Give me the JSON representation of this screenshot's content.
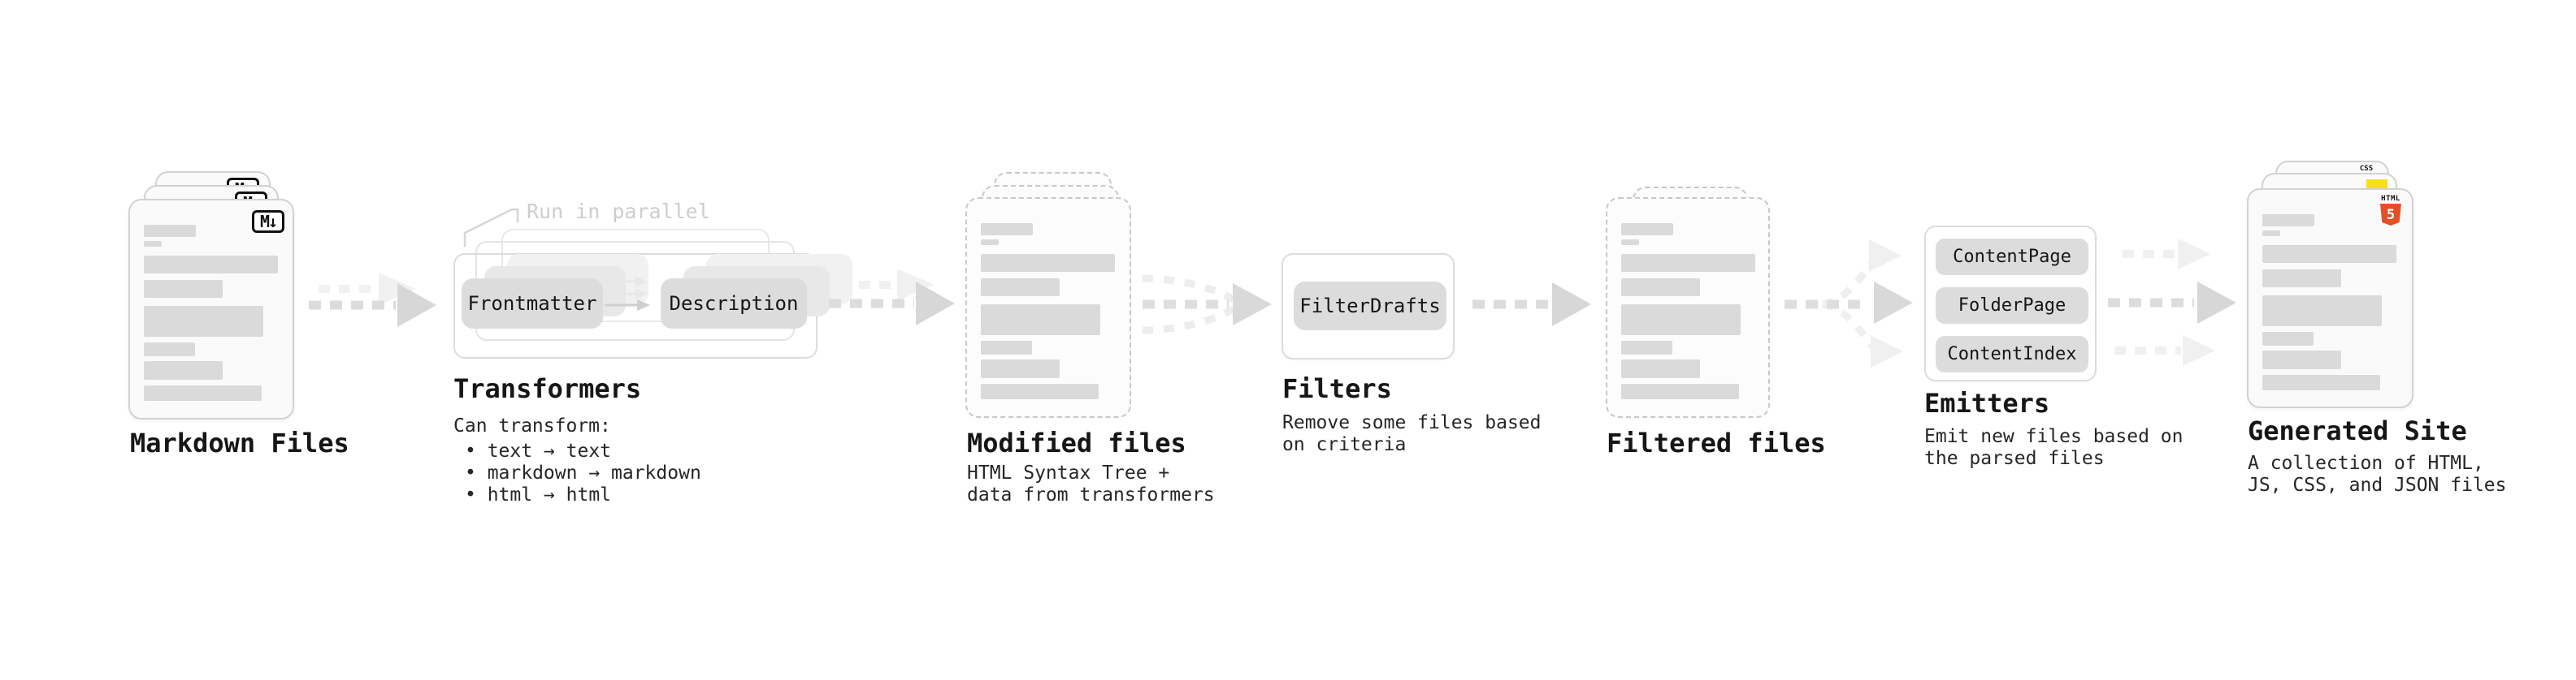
{
  "stages": {
    "markdown_files": {
      "label": "Markdown Files",
      "badge": "M↓"
    },
    "transformers": {
      "label": "Transformers",
      "annotation": "Run in parallel",
      "pill_input": "Frontmatter",
      "pill_output": "Description",
      "desc_title": "Can transform:",
      "bullets": [
        "• text → text",
        "• markdown → markdown",
        "• html → html"
      ]
    },
    "modified_files": {
      "label": "Modified files",
      "desc": [
        "HTML Syntax Tree +",
        "data from transformers"
      ]
    },
    "filters": {
      "label": "Filters",
      "pill": "FilterDrafts",
      "desc": [
        "Remove some files based",
        "on criteria"
      ]
    },
    "filtered_files": {
      "label": "Filtered files"
    },
    "emitters": {
      "label": "Emitters",
      "pills": [
        "ContentPage",
        "FolderPage",
        "ContentIndex"
      ],
      "desc": [
        "Emit new files based on",
        "the parsed files"
      ]
    },
    "generated_site": {
      "label": "Generated Site",
      "desc": [
        "A collection of HTML,",
        "JS, CSS, and JSON files"
      ],
      "badges": {
        "html_label": "HTML",
        "html_number": "5",
        "css_label": "CSS"
      }
    }
  },
  "colors": {
    "html5_orange": "#e34f26",
    "js_yellow": "#f7df1e",
    "css_blue": "#2e6de4",
    "skeleton_gray": "#dadada",
    "arrow_gray": "#d7d7d7"
  }
}
